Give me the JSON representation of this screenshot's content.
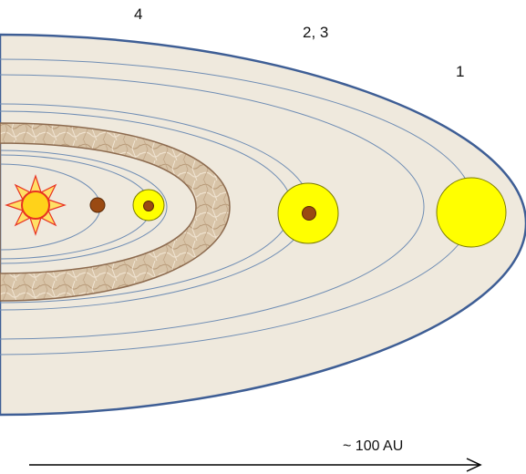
{
  "labels": {
    "belt_4": "4",
    "planets_2_3": "2, 3",
    "planet_1": "1"
  },
  "scale": {
    "text": "~ 100 AU"
  },
  "colors": {
    "disk_fill": "#efe9dd",
    "disk_outline": "#3e5e95",
    "orbit_lines": "#6f8db4",
    "belt_fill": "#d8c4a8",
    "belt_outline": "#8c6a4e",
    "sun": "#ffd21a",
    "sun_rays": "#e83222",
    "gap_halo": "#ffff00",
    "planet_core": "#9a4a12",
    "arrow": "#000000"
  },
  "icons": {
    "star": "sun-icon",
    "scale_arrow": "right-arrow-icon"
  }
}
